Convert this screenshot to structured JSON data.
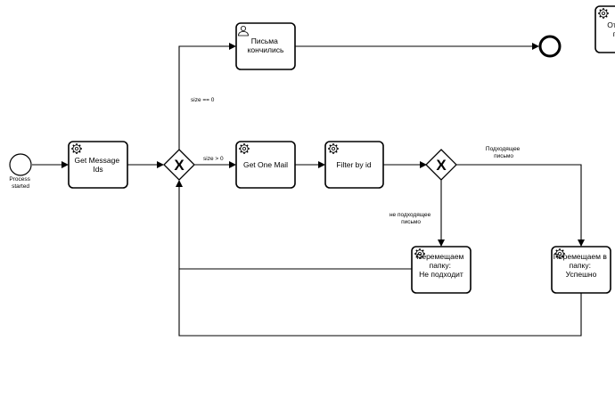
{
  "start_event": {
    "label_lines": [
      "Process",
      "started"
    ]
  },
  "tasks": {
    "get_message_ids": {
      "lines": [
        "Get Message",
        "Ids"
      ],
      "icon": "gear-icon"
    },
    "letters_over": {
      "lines": [
        "Письма",
        "кончились"
      ],
      "icon": "user-icon"
    },
    "get_one_mail": {
      "lines": [
        "Get One Mail"
      ],
      "icon": "gear-icon"
    },
    "filter_by_id": {
      "lines": [
        "Filter by id"
      ],
      "icon": "gear-icon"
    },
    "move_not_fit": {
      "lines": [
        "Перемещаем",
        "папку:",
        "Не подходит"
      ],
      "icon": "gear-icon"
    },
    "move_success": {
      "lines": [
        "Перемещаем в",
        "папку:",
        "Успешно"
      ],
      "icon": "gear-icon"
    },
    "partial_task": {
      "lines": [
        "Отп",
        "п"
      ],
      "icon": "gear-icon"
    }
  },
  "gateways": {
    "size_gateway": {
      "type": "exclusive",
      "marker": "X"
    },
    "letter_gateway": {
      "type": "exclusive",
      "marker": "X"
    }
  },
  "flow_labels": {
    "size_zero": "size == 0",
    "size_positive": "size > 0",
    "suitable": [
      "Подходящее",
      "письмо"
    ],
    "not_suitable": [
      "не подходящее",
      "письмо"
    ]
  },
  "colors": {
    "stroke": "#000000",
    "fill": "#ffffff"
  }
}
